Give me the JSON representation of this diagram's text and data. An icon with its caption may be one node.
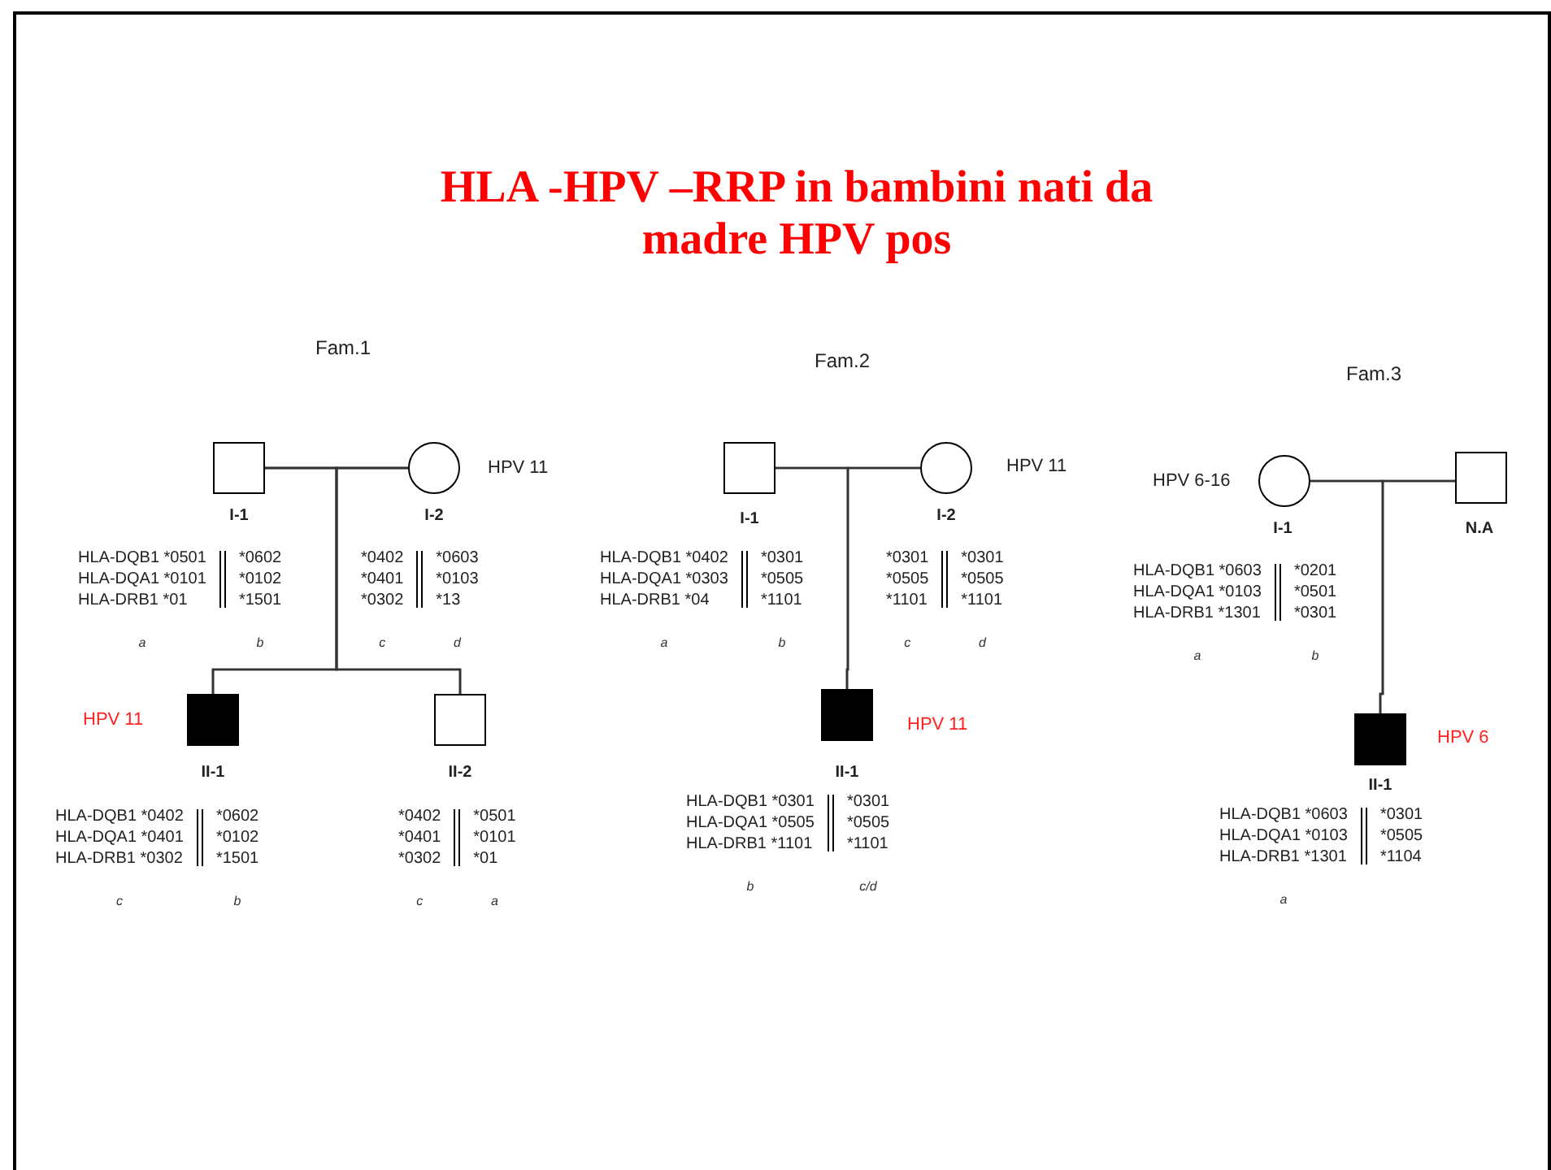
{
  "diagram": {
    "title": "HLA -HPV –RRP in bambini nati da madre HPV pos",
    "nodes": [
      {
        "text": [],
        "shape": "box",
        "beside": [
          "I-1",
          "HLA-DQB1 *0501",
          "HLA-DQA1 *0101",
          "HLA-DRB1 *01",
          "*0602",
          "*0102",
          "*1501",
          "a",
          "b"
        ]
      },
      {
        "text": [],
        "shape": "circle",
        "beside": [
          "I-2",
          "HPV 11",
          "*0402",
          "*0401",
          "*0302",
          "*0603",
          "*0103",
          "*13",
          "c",
          "d"
        ]
      },
      {
        "text": [],
        "shape": "box",
        "beside": [
          "II-1",
          "HPV 11",
          "HLA-DQB1 *0402",
          "HLA-DQA1 *0401",
          "HLA-DRB1 *0302",
          "*0602",
          "*0102",
          "*1501",
          "c",
          "b"
        ]
      },
      {
        "text": [],
        "shape": "box",
        "beside": [
          "II-2",
          "*0402",
          "*0401",
          "*0302",
          "*0501",
          "*0101",
          "*01",
          "c",
          "a"
        ]
      },
      {
        "text": [],
        "shape": "box",
        "beside": [
          "I-1",
          "HLA-DQB1 *0402",
          "HLA-DQA1 *0303",
          "HLA-DRB1 *04",
          "*0301",
          "*0505",
          "*1101",
          "a",
          "b"
        ]
      },
      {
        "text": [],
        "shape": "circle",
        "beside": [
          "I-2",
          "HPV 11",
          "*0301",
          "*0505",
          "*1101",
          "*0301",
          "*0505",
          "*1101",
          "c",
          "d"
        ]
      },
      {
        "text": [],
        "shape": "box",
        "beside": [
          "II-1",
          "HPV 11",
          "HLA-DQB1 *0301",
          "HLA-DQA1 *0505",
          "HLA-DRB1 *1101",
          "*0301",
          "*0505",
          "*1101",
          "b",
          "c/d"
        ]
      },
      {
        "text": [],
        "shape": "circle",
        "beside": [
          "I-1",
          "HPV 6-16",
          "HLA-DQB1 *0603",
          "HLA-DQA1 *0103",
          "HLA-DRB1 *1301",
          "*0201",
          "*0501",
          "*0301",
          "a",
          "b"
        ]
      },
      {
        "text": [],
        "shape": "box",
        "beside": [
          "N.A"
        ]
      },
      {
        "text": [],
        "shape": "box",
        "beside": [
          "II-1",
          "HPV 6",
          "HLA-DQB1 *0603",
          "HLA-DQA1 *0103",
          "HLA-DRB1 *1301",
          "*0301",
          "*0505",
          "*1104",
          "a"
        ]
      }
    ],
    "edges": [
      {
        "from": 0,
        "to": 1,
        "arrow": "none"
      },
      {
        "from": 0,
        "to": 2,
        "arrow": "none"
      },
      {
        "from": 1,
        "to": 2,
        "arrow": "none"
      },
      {
        "from": 0,
        "to": 3,
        "arrow": "none"
      },
      {
        "from": 1,
        "to": 3,
        "arrow": "none"
      },
      {
        "from": 4,
        "to": 5,
        "arrow": "none"
      },
      {
        "from": 4,
        "to": 6,
        "arrow": "none"
      },
      {
        "from": 5,
        "to": 6,
        "arrow": "none"
      },
      {
        "from": 7,
        "to": 8,
        "arrow": "none"
      },
      {
        "from": 7,
        "to": 9,
        "arrow": "none"
      },
      {
        "from": 8,
        "to": 9,
        "arrow": "none"
      }
    ],
    "labels": [
      "Fam.1",
      "Fam.2",
      "Fam.3"
    ]
  }
}
